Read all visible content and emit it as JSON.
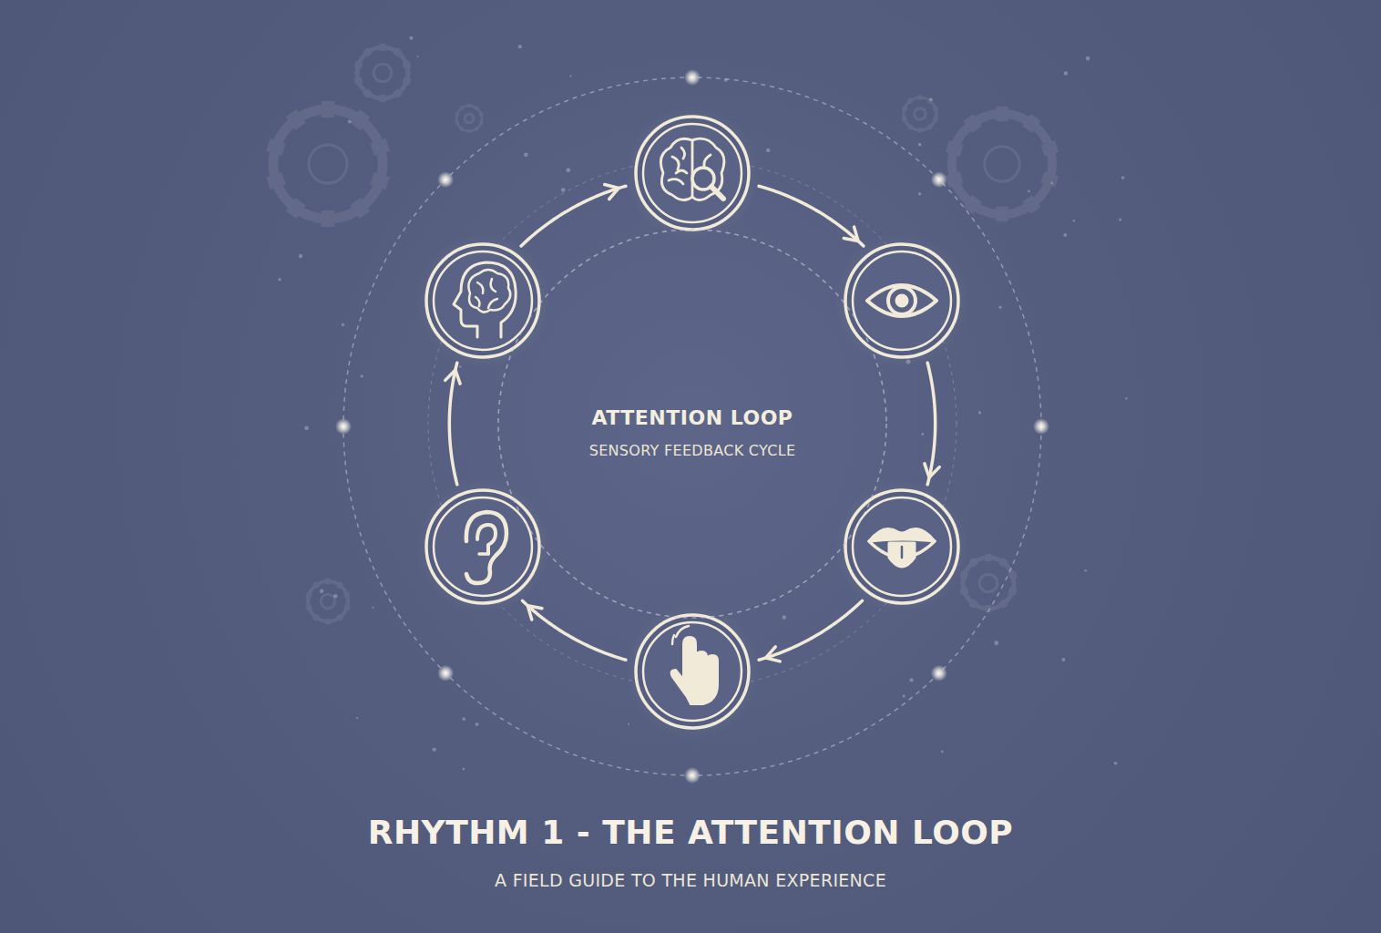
{
  "diagram": {
    "title": "RHYTHM 1 - THE ATTENTION LOOP",
    "caption": "A FIELD GUIDE TO THE HUMAN EXPERIENCE",
    "nodes": [
      {
        "text": [
          "ATTENTION LOOP",
          "SENSORY FEEDBACK CYCLE"
        ]
      }
    ]
  }
}
